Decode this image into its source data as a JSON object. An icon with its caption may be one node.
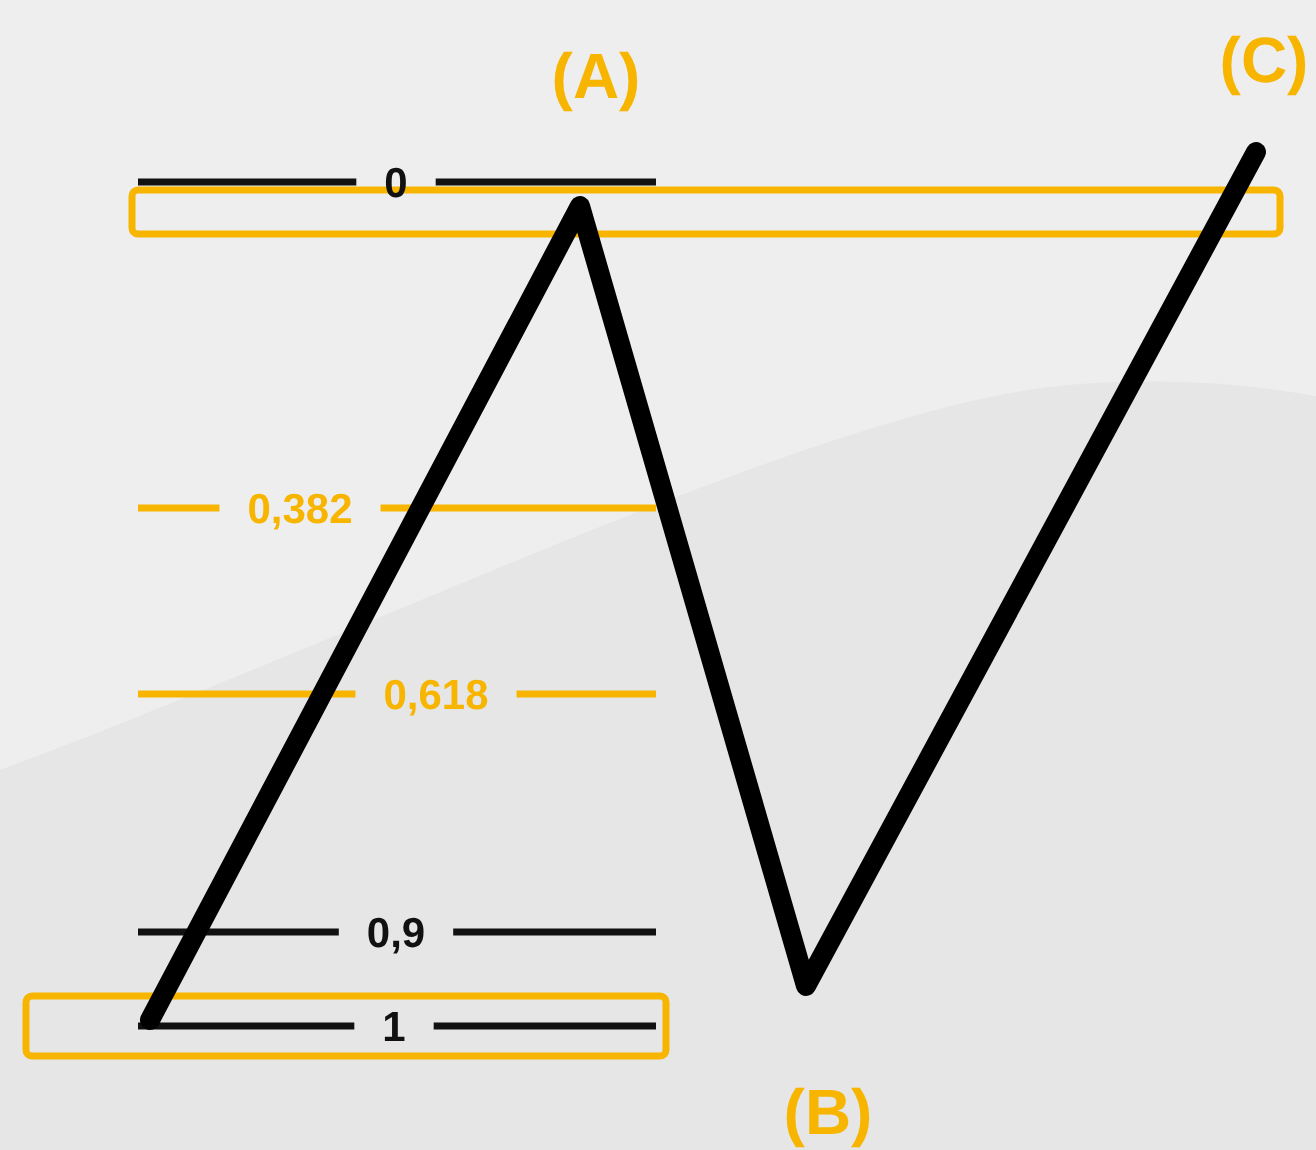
{
  "diagram": {
    "labels": [
      "(A)",
      "(C)",
      "0",
      "0,382",
      "0,618",
      "0,9",
      "1",
      "(B)"
    ]
  }
}
